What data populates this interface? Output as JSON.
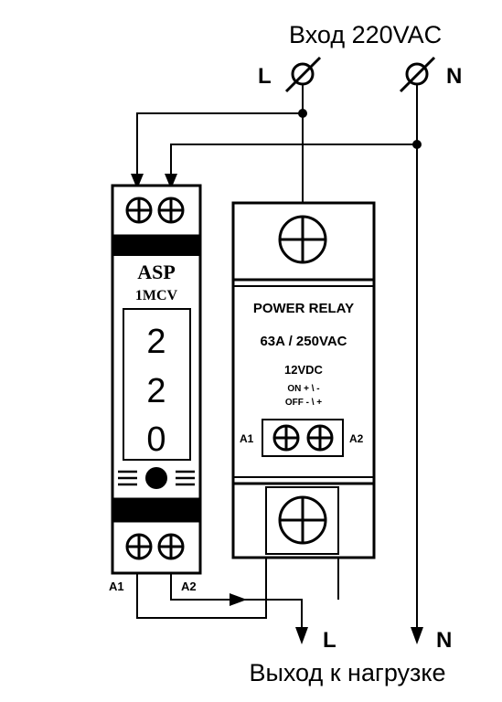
{
  "input_label": "Вход 220VAC",
  "input_terminals": {
    "line": "L",
    "neutral": "N"
  },
  "output_label": "Выход к нагрузке",
  "output_terminals": {
    "line": "L",
    "neutral": "N"
  },
  "voltage_monitor": {
    "brand": "ASP",
    "model": "1MCV",
    "display_digits": [
      "2",
      "2",
      "0"
    ],
    "bottom_terminals": {
      "a1": "A1",
      "a2": "A2"
    }
  },
  "power_relay": {
    "title": "POWER RELAY",
    "rating": "63A / 250VAC",
    "coil_voltage": "12VDC",
    "on_polarity": "ON + \\ -",
    "off_polarity": "OFF - \\ +",
    "coil_terminals": {
      "a1": "A1",
      "a2": "A2"
    }
  },
  "colors": {
    "line": "#000000",
    "background": "#ffffff"
  }
}
